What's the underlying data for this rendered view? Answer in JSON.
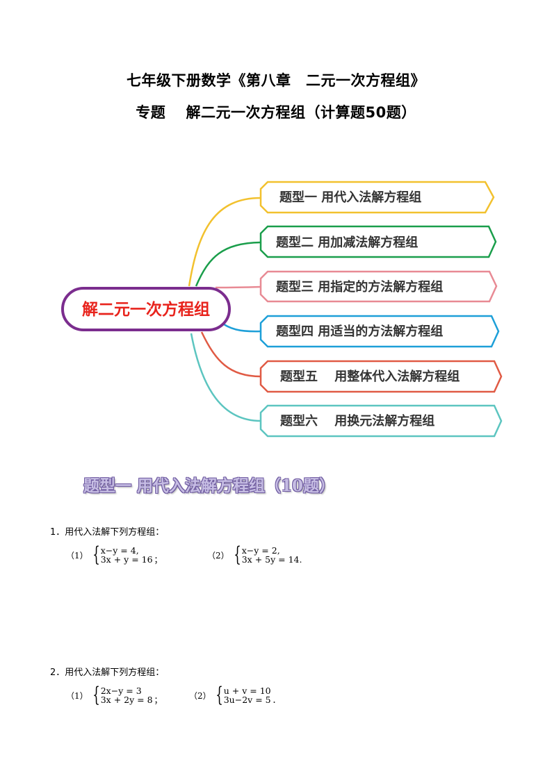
{
  "header": {
    "title_line1": "七年级下册数学《第八章　二元一次方程组》",
    "title_line2": "专题　 解二元一次方程组（计算题50题）"
  },
  "mindmap": {
    "center_label": "解二元一次方程组",
    "center_color": "#7b2d8e",
    "center_text_color": "#e8231c",
    "branches": [
      {
        "label": "题型一  用代入法解方程组",
        "color": "#f2c12e"
      },
      {
        "label": "题型二  用加减法解方程组",
        "color": "#1a9e4b"
      },
      {
        "label": "题型三 用指定的方法解方程组",
        "color": "#e88a94"
      },
      {
        "label": "题型四 用适当的方法解方程组",
        "color": "#1d9fd8"
      },
      {
        "label": "题型五　 用整体代入法解方程组",
        "color": "#e05a44"
      },
      {
        "label": "题型六　 用换元法解方程组",
        "color": "#5cc5c0"
      }
    ]
  },
  "section": {
    "heading": "题型一  用代入法解方程组（10题）"
  },
  "questions": [
    {
      "number": "1．",
      "prompt": "用代入法解下列方程组：",
      "parts": [
        {
          "label": "（1）",
          "eq1": "x−y = 4,",
          "eq2": "3x + y = 16",
          "end": "；"
        },
        {
          "label": "（2）",
          "eq1": "x−y = 2,",
          "eq2": "3x + 5y = 14.",
          "end": ""
        }
      ]
    },
    {
      "number": "2．",
      "prompt": "用代入法解下列方程组：",
      "parts": [
        {
          "label": "（1）",
          "eq1": "2x−y = 3",
          "eq2": "3x + 2y = 8",
          "end": "；"
        },
        {
          "label": "（2）",
          "eq1": "u + v = 10",
          "eq2": "3u−2v = 5",
          "end": "．"
        }
      ]
    }
  ]
}
